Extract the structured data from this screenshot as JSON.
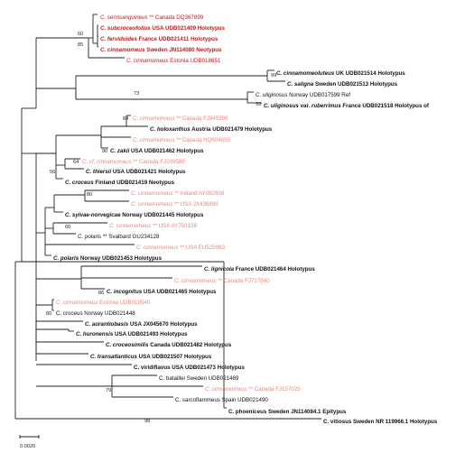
{
  "colors": {
    "red": "#b22222",
    "pink": "#e8877f",
    "black": "#111111"
  },
  "scale_bar": {
    "label": "0.0020"
  },
  "taxa": [
    {
      "id": "t1",
      "color": "red",
      "parts": [
        {
          "t": "C. semisanguineus",
          "s": "i"
        },
        {
          "t": " ** Canada DQ367899",
          "s": "n"
        }
      ]
    },
    {
      "id": "t2",
      "color": "red",
      "parts": [
        {
          "t": "C. subcroceofolius",
          "s": "bi"
        },
        {
          "t": " USA UDB021409 Holotypus",
          "s": "b"
        }
      ]
    },
    {
      "id": "t3",
      "color": "red",
      "parts": [
        {
          "t": "C. fervidoides",
          "s": "bi"
        },
        {
          "t": " France UDB021411 Holotypus",
          "s": "b"
        }
      ]
    },
    {
      "id": "t4",
      "color": "red",
      "parts": [
        {
          "t": "C. cinnamomeus",
          "s": "bi"
        },
        {
          "t": " Sweden JN114080 Neotypus",
          "s": "b"
        }
      ]
    },
    {
      "id": "t5",
      "color": "red",
      "parts": [
        {
          "t": "C. cinnamomeus",
          "s": "i"
        },
        {
          "t": " Estonia UDB018651",
          "s": "n"
        }
      ]
    },
    {
      "id": "t6",
      "color": "black",
      "parts": [
        {
          "t": "C. cinnamomeoluteus",
          "s": "bi"
        },
        {
          "t": " UK UDB021514 Holotypus",
          "s": "b"
        }
      ]
    },
    {
      "id": "t7",
      "color": "black",
      "parts": [
        {
          "t": "C. saligna",
          "s": "bi"
        },
        {
          "t": " Sweden UDB021513 Holotypus",
          "s": "b"
        }
      ]
    },
    {
      "id": "t8",
      "color": "black",
      "parts": [
        {
          "t": "C. uliginosus",
          "s": "i"
        },
        {
          "t": " Norway UDB017599 Ref",
          "s": "n"
        }
      ]
    },
    {
      "id": "t9",
      "color": "black",
      "parts": [
        {
          "t": "C. uliginosus",
          "s": "bi"
        },
        {
          "t": " var. ",
          "s": "b"
        },
        {
          "t": "ruberrimus",
          "s": "bi"
        },
        {
          "t": " France UDB021518 Holotypus of",
          "s": "b"
        }
      ]
    },
    {
      "id": "t10",
      "color": "pink",
      "parts": [
        {
          "t": "C. cinnamomeus",
          "s": "i"
        },
        {
          "t": " ** Canada FJ845396",
          "s": "n"
        }
      ]
    },
    {
      "id": "t11",
      "color": "black",
      "parts": [
        {
          "t": "C. holoxanthus",
          "s": "bi"
        },
        {
          "t": " Austria UDB021479 Holotypus",
          "s": "b"
        }
      ]
    },
    {
      "id": "t12",
      "color": "pink",
      "parts": [
        {
          "t": "C. cinnamomeus",
          "s": "i"
        },
        {
          "t": " ** Canada HQ604650",
          "s": "n"
        }
      ]
    },
    {
      "id": "t13",
      "color": "black",
      "parts": [
        {
          "t": "C. zakii",
          "s": "bi"
        },
        {
          "t": " USA UDB021462 Holotypus",
          "s": "b"
        }
      ]
    },
    {
      "id": "t14",
      "color": "pink",
      "parts": [
        {
          "t": "C. cf. cinnamomeus",
          "s": "i"
        },
        {
          "t": " ** Canada FJ039589",
          "s": "n"
        }
      ]
    },
    {
      "id": "t15",
      "color": "black",
      "parts": [
        {
          "t": "C. thiersii",
          "s": "bi"
        },
        {
          "t": " USA UDB021421 Holotypus",
          "s": "b"
        }
      ]
    },
    {
      "id": "t16",
      "color": "black",
      "parts": [
        {
          "t": "C. croceus",
          "s": "bi"
        },
        {
          "t": " Finland UDB021419 Neotypus",
          "s": "b"
        }
      ]
    },
    {
      "id": "t17",
      "color": "pink",
      "parts": [
        {
          "t": "C. cinnamomeus",
          "s": "i"
        },
        {
          "t": " ** Ireland AY082608",
          "s": "n"
        }
      ]
    },
    {
      "id": "t18",
      "color": "pink",
      "parts": [
        {
          "t": "C. cinnamomeus",
          "s": "i"
        },
        {
          "t": " ** USA JX436890",
          "s": "n"
        }
      ]
    },
    {
      "id": "t19",
      "color": "black",
      "parts": [
        {
          "t": "C. sylvae-norvegicae",
          "s": "bi"
        },
        {
          "t": " Norway UDB021445 Holotypus",
          "s": "b"
        }
      ]
    },
    {
      "id": "t20",
      "color": "pink",
      "parts": [
        {
          "t": "C. cinnamomeus",
          "s": "i"
        },
        {
          "t": " ** USA AY750159",
          "s": "n"
        }
      ]
    },
    {
      "id": "t21",
      "color": "black",
      "parts": [
        {
          "t": "C. polaris",
          "s": "i"
        },
        {
          "t": " ** Svalbard GU234128",
          "s": "n"
        }
      ]
    },
    {
      "id": "t22",
      "color": "pink",
      "parts": [
        {
          "t": "C. cinnamomeus",
          "s": "i"
        },
        {
          "t": " ** USA EU525963",
          "s": "n"
        }
      ]
    },
    {
      "id": "t23",
      "color": "black",
      "parts": [
        {
          "t": "C. polaris",
          "s": "bi"
        },
        {
          "t": " Norway UDB021453 Holotypus",
          "s": "b"
        }
      ]
    },
    {
      "id": "t24",
      "color": "black",
      "parts": [
        {
          "t": "C. lignicola",
          "s": "bi"
        },
        {
          "t": " France UDB021464 Holotypus",
          "s": "b"
        }
      ]
    },
    {
      "id": "t25",
      "color": "pink",
      "parts": [
        {
          "t": "C. cinnamomeus",
          "s": "i"
        },
        {
          "t": " ** Canada FJ717560",
          "s": "n"
        }
      ]
    },
    {
      "id": "t26",
      "color": "black",
      "parts": [
        {
          "t": "C. incognitus",
          "s": "bi"
        },
        {
          "t": " USA UDB021465 Holotypus",
          "s": "b"
        }
      ]
    },
    {
      "id": "t27",
      "color": "pink",
      "parts": [
        {
          "t": "C. cinnamomeus",
          "s": "i"
        },
        {
          "t": " Estonia UDB019540",
          "s": "n"
        }
      ]
    },
    {
      "id": "t28",
      "color": "black",
      "parts": [
        {
          "t": "C. croceus",
          "s": "n"
        },
        {
          "t": " Norway UDB021448",
          "s": "n"
        }
      ]
    },
    {
      "id": "t29",
      "color": "black",
      "parts": [
        {
          "t": "C. aurantiobasis",
          "s": "bi"
        },
        {
          "t": " USA JX045670 Holotypus",
          "s": "b"
        }
      ]
    },
    {
      "id": "t30",
      "color": "black",
      "parts": [
        {
          "t": "C. huronensis",
          "s": "bi"
        },
        {
          "t": " USA UDB021493 Holotypus",
          "s": "b"
        }
      ]
    },
    {
      "id": "t31",
      "color": "black",
      "parts": [
        {
          "t": "C. croceosimilis",
          "s": "bi"
        },
        {
          "t": " Canada UDB021482 Holotypus",
          "s": "b"
        }
      ]
    },
    {
      "id": "t32",
      "color": "black",
      "parts": [
        {
          "t": "C. transatlanticus",
          "s": "bi"
        },
        {
          "t": " USA UDB021507 Holotypus",
          "s": "b"
        }
      ]
    },
    {
      "id": "t33",
      "color": "black",
      "parts": [
        {
          "t": "C. viridiflavus",
          "s": "b"
        },
        {
          "t": " USA UDB021473 Holotypus",
          "s": "b"
        }
      ]
    },
    {
      "id": "t34",
      "color": "black",
      "parts": [
        {
          "t": "C. bataillei",
          "s": "n"
        },
        {
          "t": " Sweden UDB021489",
          "s": "n"
        }
      ]
    },
    {
      "id": "t35",
      "color": "pink",
      "parts": [
        {
          "t": "C. cinnamomeus",
          "s": "i"
        },
        {
          "t": " ** Canada FJ157025",
          "s": "n"
        }
      ]
    },
    {
      "id": "t36",
      "color": "black",
      "parts": [
        {
          "t": "C. sarcoflammeus",
          "s": "n"
        },
        {
          "t": " Spain UDB021490",
          "s": "n"
        }
      ]
    },
    {
      "id": "t37",
      "color": "black",
      "parts": [
        {
          "t": "C. phoeniceus",
          "s": "b"
        },
        {
          "t": " Sweden JN114084.1 Epitypus",
          "s": "b"
        }
      ]
    },
    {
      "id": "t38",
      "color": "black",
      "parts": [
        {
          "t": "C. vitiosus",
          "s": "b"
        },
        {
          "t": " Sweden NR 119966.1 Holotypus",
          "s": "b"
        }
      ]
    }
  ],
  "support_values": [
    {
      "id": "s60a",
      "value": "60"
    },
    {
      "id": "s85",
      "value": "85"
    },
    {
      "id": "s99a",
      "value": "99"
    },
    {
      "id": "s73",
      "value": "73"
    },
    {
      "id": "s99b",
      "value": "99"
    },
    {
      "id": "s84",
      "value": "84"
    },
    {
      "id": "s90",
      "value": "90"
    },
    {
      "id": "s64",
      "value": "64"
    },
    {
      "id": "s56",
      "value": "56"
    },
    {
      "id": "s80a",
      "value": "80"
    },
    {
      "id": "s60b",
      "value": "60"
    },
    {
      "id": "s86",
      "value": "86"
    },
    {
      "id": "s80b",
      "value": "80"
    },
    {
      "id": "s79",
      "value": "79"
    },
    {
      "id": "s98",
      "value": "98"
    }
  ]
}
